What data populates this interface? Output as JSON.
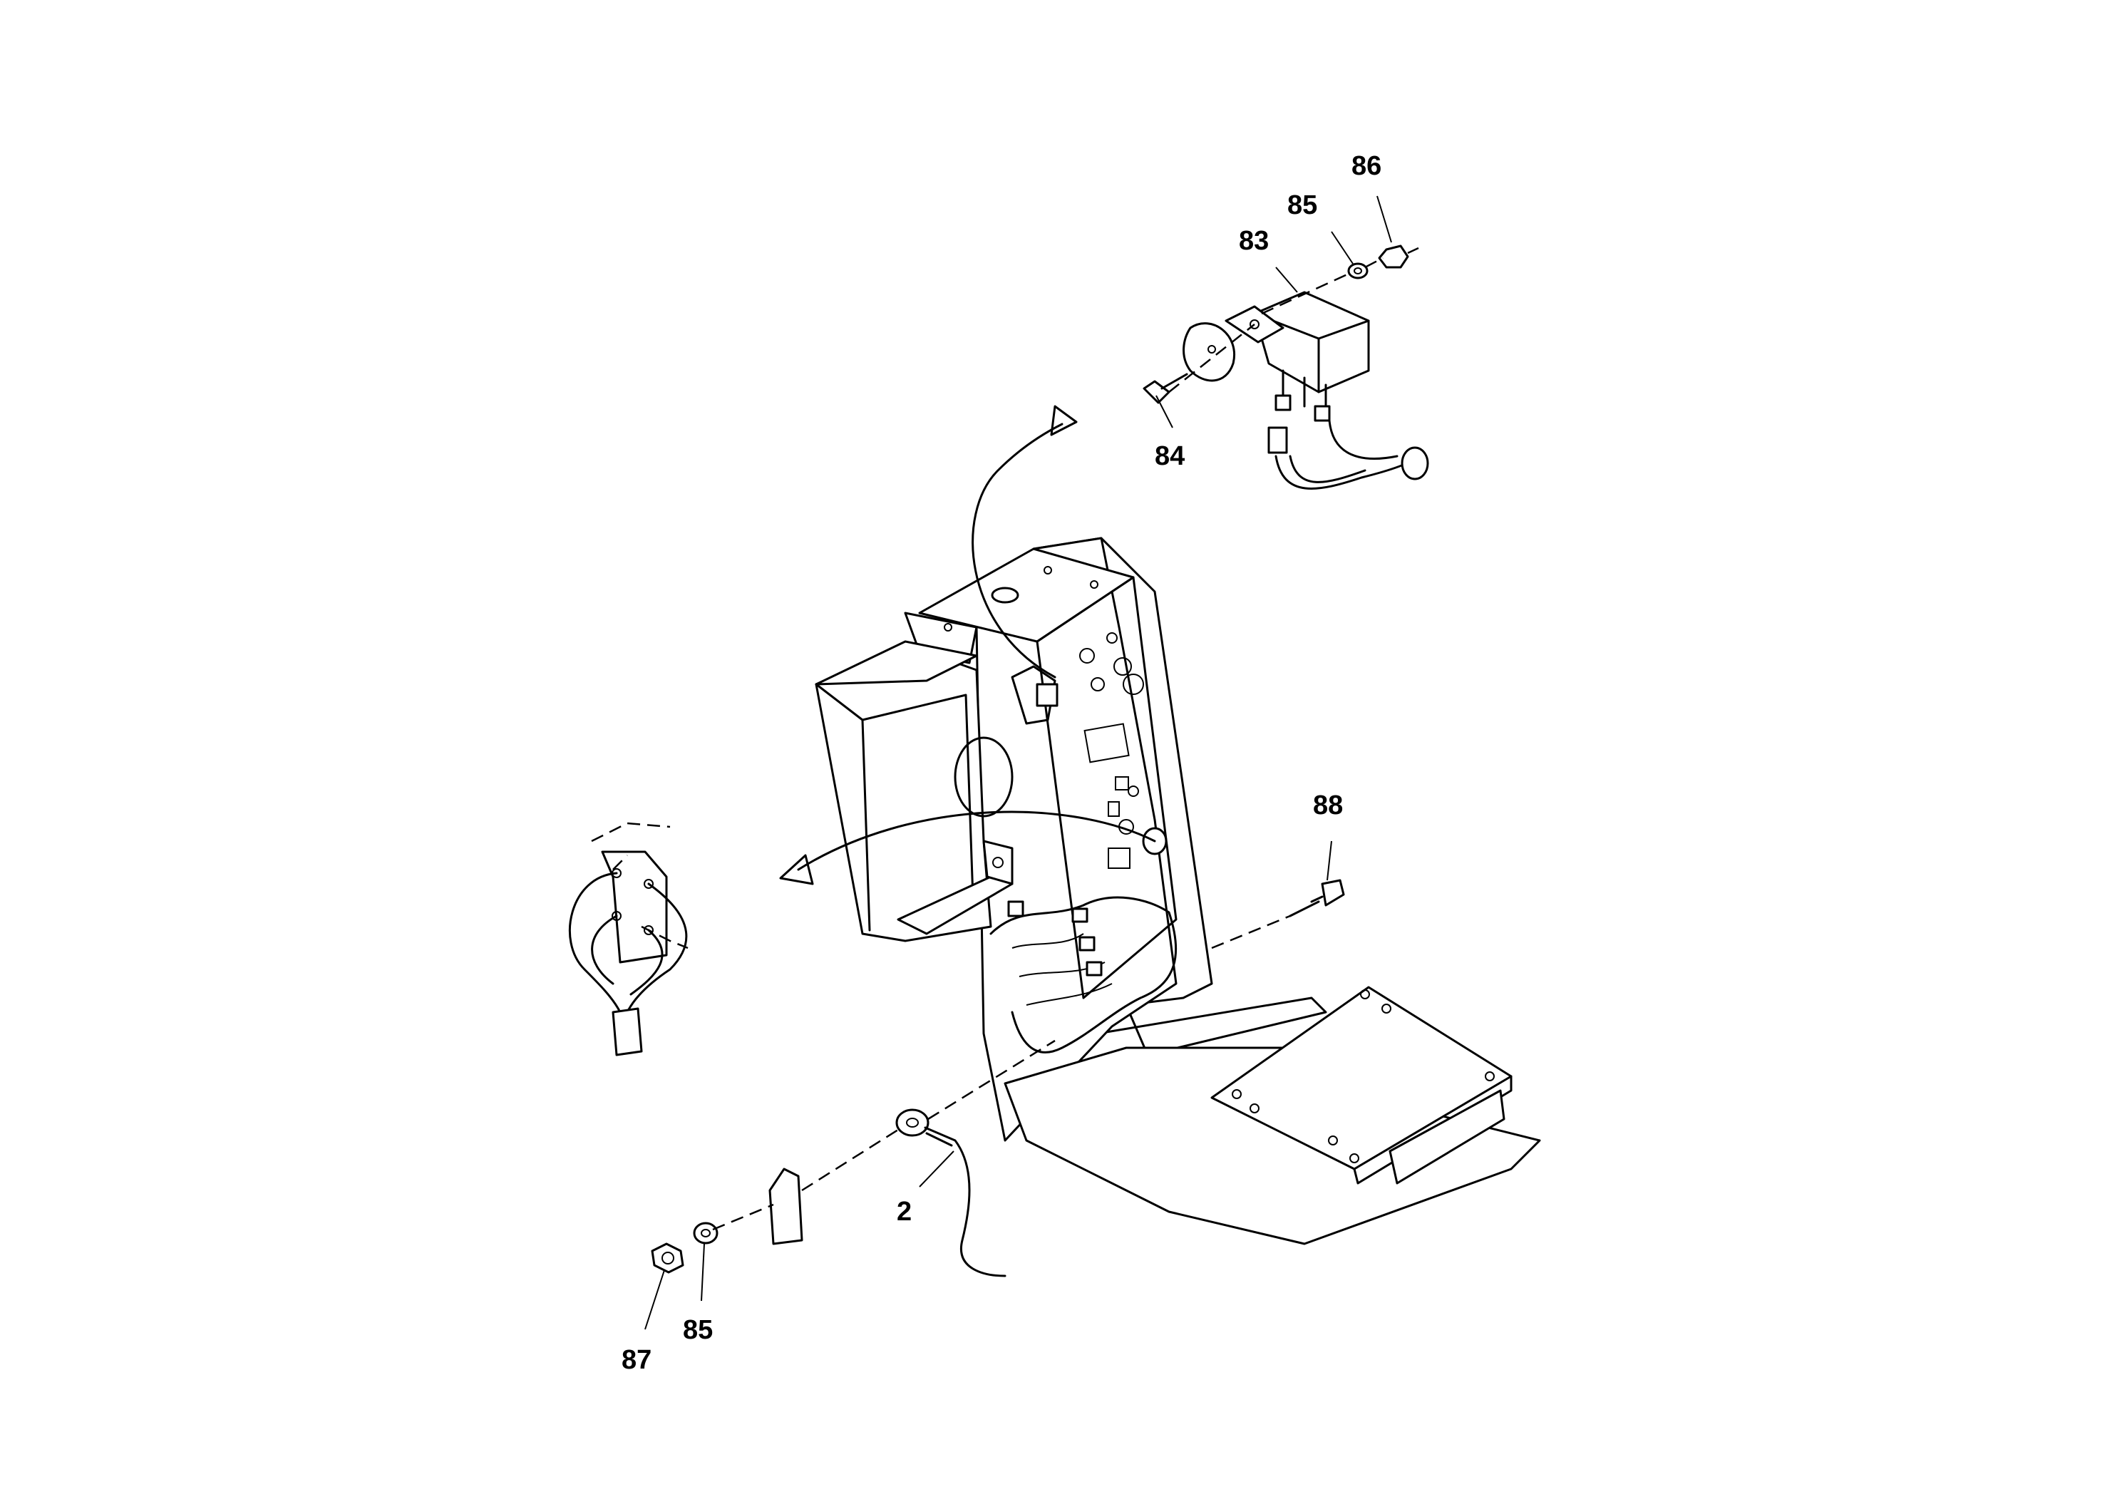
{
  "diagram": {
    "callouts": [
      {
        "id": "83",
        "label": "83"
      },
      {
        "id": "84",
        "label": "84"
      },
      {
        "id": "85a",
        "label": "85"
      },
      {
        "id": "86",
        "label": "86"
      },
      {
        "id": "88",
        "label": "88"
      },
      {
        "id": "2",
        "label": "2"
      },
      {
        "id": "85b",
        "label": "85"
      },
      {
        "id": "87",
        "label": "87"
      }
    ]
  }
}
